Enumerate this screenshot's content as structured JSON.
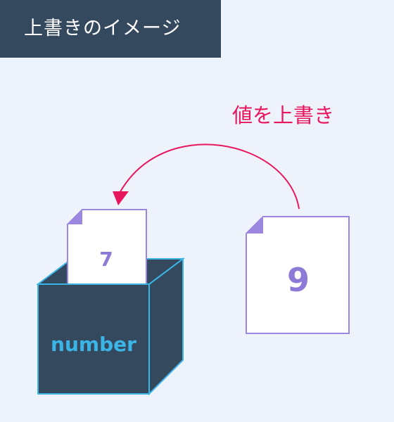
{
  "header": {
    "title": "上書きのイメージ"
  },
  "annotation": {
    "label": "値を上書き"
  },
  "variable": {
    "name": "number",
    "current_value": "7"
  },
  "new_value": {
    "value": "9"
  },
  "colors": {
    "banner": "#34495e",
    "background": "#eef3fb",
    "arrow": "#e8175d",
    "paper_border": "#9b86e0",
    "paper_fold": "#9b86e0",
    "value_text": "#8c7ad6",
    "box_edge": "#3bb5e6",
    "box_fill": "#34495e",
    "box_label": "#3bb5e6"
  }
}
